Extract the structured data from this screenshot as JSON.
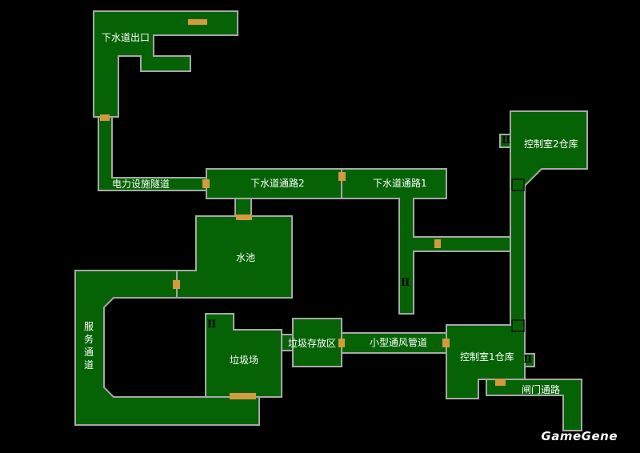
{
  "map": {
    "rooms": {
      "sewer_exit": "下水道出口",
      "power_tunnel": "电力设施隧道",
      "sewer_passage_2": "下水道通路2",
      "sewer_passage_1": "下水道通路1",
      "control_room_2": "控制室2仓库",
      "pool": "水池",
      "service_passage": "服务通道",
      "garbage_yard": "垃圾场",
      "garbage_storage": "垃圾存放区",
      "small_vent_duct": "小型通风管道",
      "control_room_1": "控制室1仓库",
      "gate_passage": "闸门通路"
    },
    "stairs_glyph": "II",
    "colors": {
      "room_fill": "#056305",
      "room_border": "#a8a8a8",
      "door": "#d49a3c",
      "background": "#000000"
    }
  },
  "watermark": "GameGene"
}
